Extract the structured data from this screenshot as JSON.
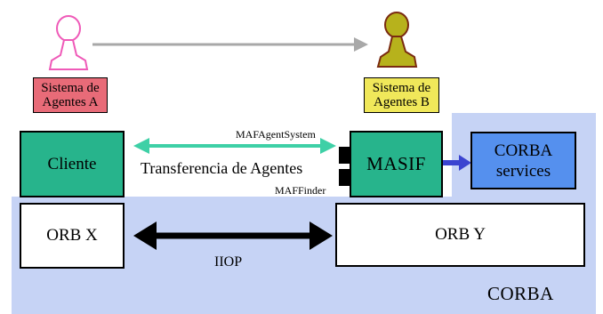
{
  "agent_system_a": {
    "label": "Sistema de Agentes A",
    "color": "#e86b78",
    "icon": "person-pawn-icon"
  },
  "agent_system_b": {
    "label": "Sistema de Agentes B",
    "color": "#f0e85a",
    "icon": "person-pawn-icon"
  },
  "components": {
    "cliente": "Cliente",
    "masif": "MASIF",
    "corba_services": "CORBA services",
    "orb_x": "ORB X",
    "orb_y": "ORB Y"
  },
  "interfaces": {
    "agent_system": "MAFAgentSystem",
    "finder": "MAFFinder"
  },
  "connections": {
    "agent_transfer": "Transferencia de Agentes",
    "iiop": "IIOP"
  },
  "region_label": "CORBA",
  "colors": {
    "component_green": "#27b48c",
    "corba_region": "#c6d3f5",
    "services_blue": "#5590ee",
    "transfer_arrow": "#3ed0a6",
    "masif_services_arrow": "#3b44d0",
    "migration_arrow": "#a8a8a8"
  }
}
